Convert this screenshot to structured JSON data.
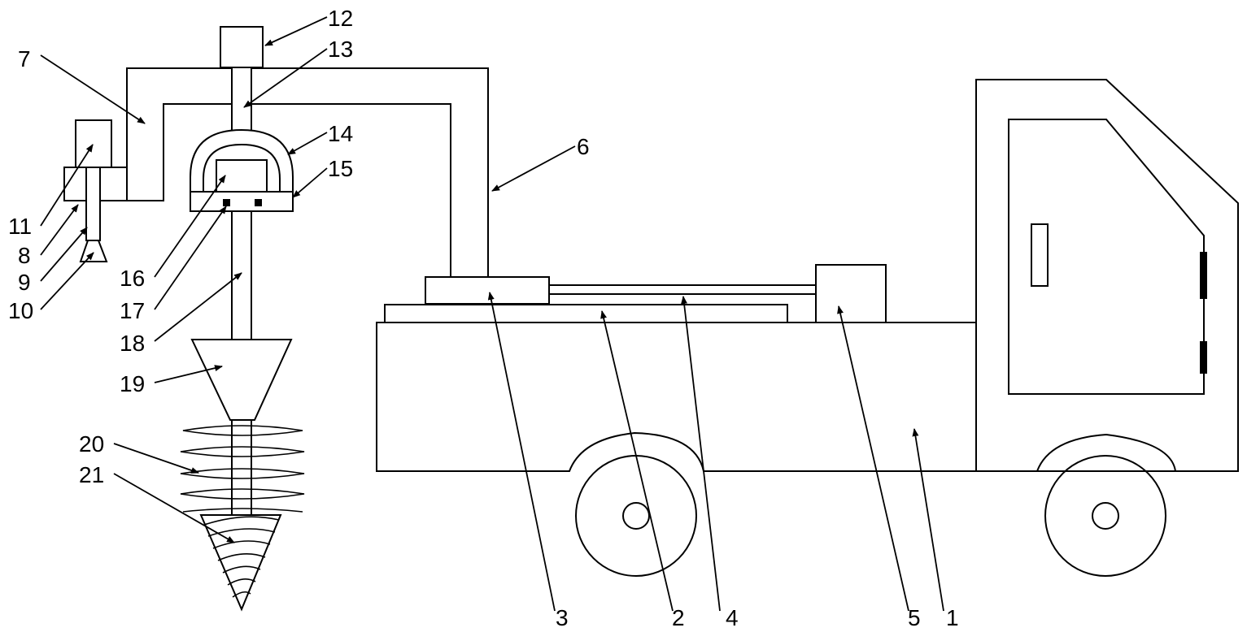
{
  "labels": {
    "l1": "1",
    "l2": "2",
    "l3": "3",
    "l4": "4",
    "l5": "5",
    "l6": "6",
    "l7": "7",
    "l8": "8",
    "l9": "9",
    "l10": "10",
    "l11": "11",
    "l12": "12",
    "l13": "13",
    "l14": "14",
    "l15": "15",
    "l16": "16",
    "l17": "17",
    "l18": "18",
    "l19": "19",
    "l20": "20",
    "l21": "21"
  },
  "colors": {
    "line": "#000000",
    "background": "#ffffff"
  }
}
